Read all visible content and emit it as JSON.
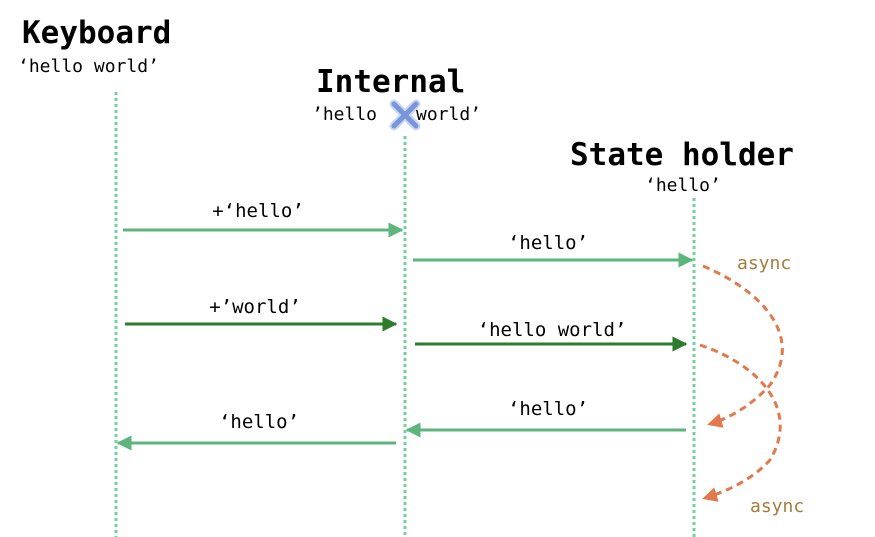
{
  "participants": {
    "keyboard": {
      "title": "Keyboard",
      "value": "‘hello world’"
    },
    "internal": {
      "title": "Internal",
      "value_part1": "’hello",
      "value_part2": "world’"
    },
    "state": {
      "title": "State holder",
      "value": "‘hello’"
    }
  },
  "messages": {
    "m1": "+‘hello’",
    "m2": "‘hello’",
    "m3": "+’world’",
    "m4": "‘hello world’",
    "m5": "‘hello’",
    "m6": "‘hello’"
  },
  "async_labels": {
    "a1": "async",
    "a2": "async"
  },
  "colors": {
    "lifeline": "#6fd49a",
    "arrow_light": "#5cb57c",
    "arrow_dark": "#2e7b2c",
    "async_arrow": "#e2784b",
    "async_text": "#a67c3d",
    "cross": "#7a96d8"
  },
  "icons": {
    "cross": "cross-icon"
  }
}
